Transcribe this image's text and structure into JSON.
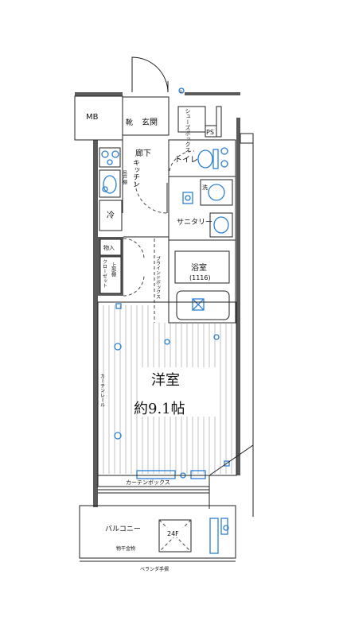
{
  "labels": {
    "mb": "MB",
    "genkan": "玄関",
    "ashi": "靴",
    "shoebox": "シューズボックス",
    "ps": "PS",
    "rouka": "廊下",
    "toilet": "トイレ",
    "kitchen": "キッチン",
    "kitchen_shelf": "吊戸棚",
    "rei": "冷",
    "sanitary": "サニタリー",
    "washer": "洗",
    "monoire": "物入",
    "closet": "クローゼット",
    "closet_shelf": "上部棚",
    "bath": "浴室",
    "bath_size": "(1116)",
    "blind_box": "ブラインドボックス",
    "curtain_rail": "カーテンレール",
    "room": "洋室",
    "room_size": "約9.1帖",
    "curtain_box": "カーテンボックス",
    "balcony": "バルコニー",
    "monohoshi": "物干金物",
    "floor_label": "24F",
    "bottom_text": "ベランダ手摺"
  },
  "colors": {
    "walls": "#5a5a5a",
    "fixtures": "#2a7fd4",
    "lines": "#222222"
  },
  "icons": [
    "door-swing-icon",
    "ceiling-light-icon",
    "outlet-icon",
    "toilet-icon",
    "sink-icon",
    "washer-icon",
    "bathtub-icon",
    "stove-icon"
  ]
}
